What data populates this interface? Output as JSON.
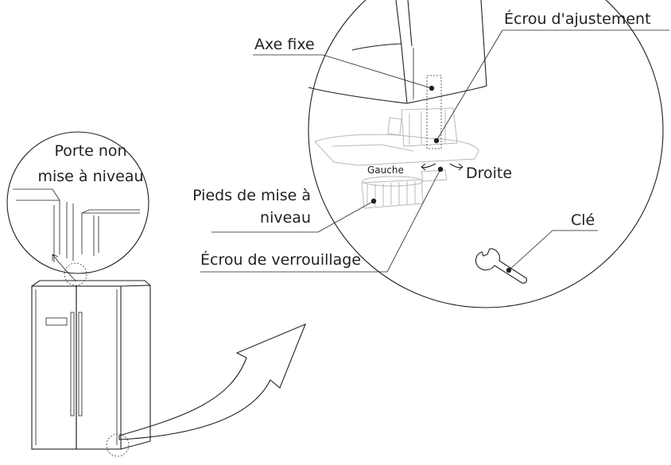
{
  "labels": {
    "fixed_axis": "Axe fixe",
    "adjusting_nut": "Écrou d'ajustement",
    "door_not_level_line1": "Porte non",
    "door_not_level_line2": "mise à niveau",
    "left": "Gauche",
    "right": "Droite",
    "leveling_feet_line1": "Pieds de mise à",
    "leveling_feet_line2": "niveau",
    "lock_nut": "Écrou de verrouillage",
    "wrench": "Clé"
  }
}
